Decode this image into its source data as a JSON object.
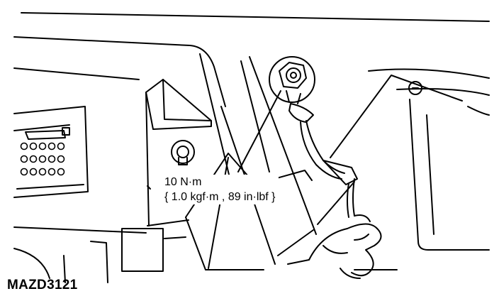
{
  "callout": {
    "torque_line1": "10 N·m",
    "torque_line2": "{ 1.0 kgf·m , 89 in·lbf }"
  },
  "figure_code": "MAZD3121",
  "colors": {
    "ink": "#000000",
    "paper": "#ffffff"
  }
}
